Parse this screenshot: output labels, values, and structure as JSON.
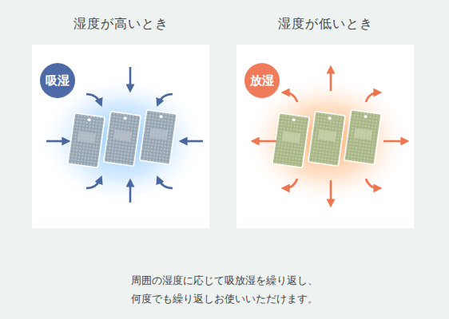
{
  "diagram": {
    "caption": "周囲の湿度に応じて吸放湿を繰り返し、 何度でも繰り返しお使いいただけます。",
    "nodes": [
      {
        "text": [
          "湿度が高いとき"
        ]
      },
      {
        "text": [
          "吸湿"
        ],
        "in": 0
      },
      {
        "text": [
          "湿度が低いとき"
        ]
      },
      {
        "text": [
          "放湿"
        ],
        "in": 2
      }
    ]
  }
}
